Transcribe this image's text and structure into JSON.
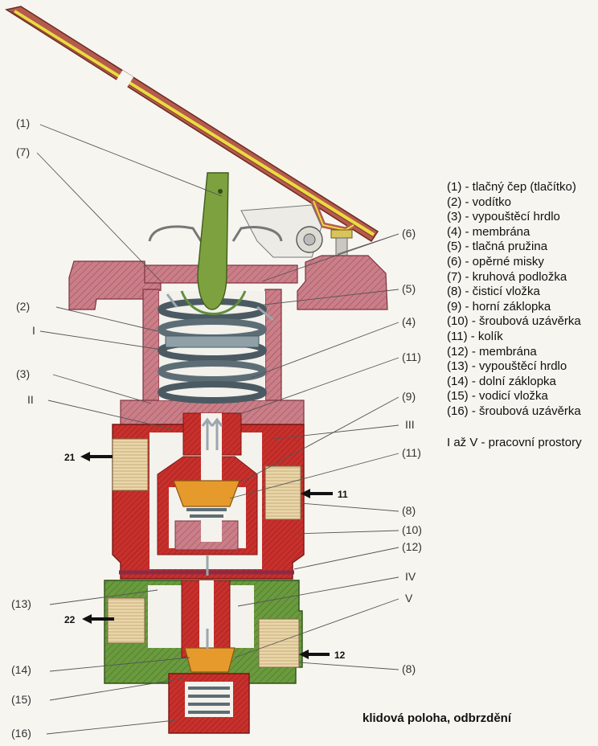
{
  "legend": [
    "(1) - tlačný čep (tlačítko)",
    "(2) - vodítko",
    "(3) - vypouštěcí hrdlo",
    "(4) - membrána",
    "(5) - tlačná pružina",
    "(6) - opěrné misky",
    "(7) - kruhová podložka",
    "(8) - čisticí vložka",
    "(9) - horní záklopka",
    "(10) - šroubová uzávěrka",
    "(11) - kolík",
    "(12) - membrána",
    "(13) - vypouštěcí hrdlo",
    "(14) - dolní záklopka",
    "(15) - vodicí vložka",
    "(16) - šroubová uzávěrka"
  ],
  "working_spaces": "I až V - pracovní prostory",
  "caption": "klidová poloha, odbrzdění",
  "callouts": {
    "c1": "(1)",
    "c7": "(7)",
    "c2": "(2)",
    "r1": "I",
    "c3": "(3)",
    "r2": "II",
    "c13": "(13)",
    "c14": "(14)",
    "c15": "(15)",
    "c16": "(16)",
    "c6": "(6)",
    "c5": "(5)",
    "c4": "(4)",
    "c11a": "(11)",
    "c9": "(9)",
    "r3": "III",
    "c11b": "(11)",
    "c8a": "(8)",
    "c10": "(10)",
    "c12": "(12)",
    "r4": "IV",
    "r5": "V",
    "c8b": "(8)"
  },
  "ports": {
    "p21": "21",
    "p22": "22",
    "p11": "11",
    "p12": "12"
  },
  "colors": {
    "body_red": "#c8302c",
    "cover_pink": "#c87a84",
    "lower_green": "#5f8f3a",
    "pin_green": "#7da13f",
    "valve_orange": "#e79a2c",
    "filter_tan": "#e8d4a8",
    "spring_grey": "#5d6d75"
  }
}
